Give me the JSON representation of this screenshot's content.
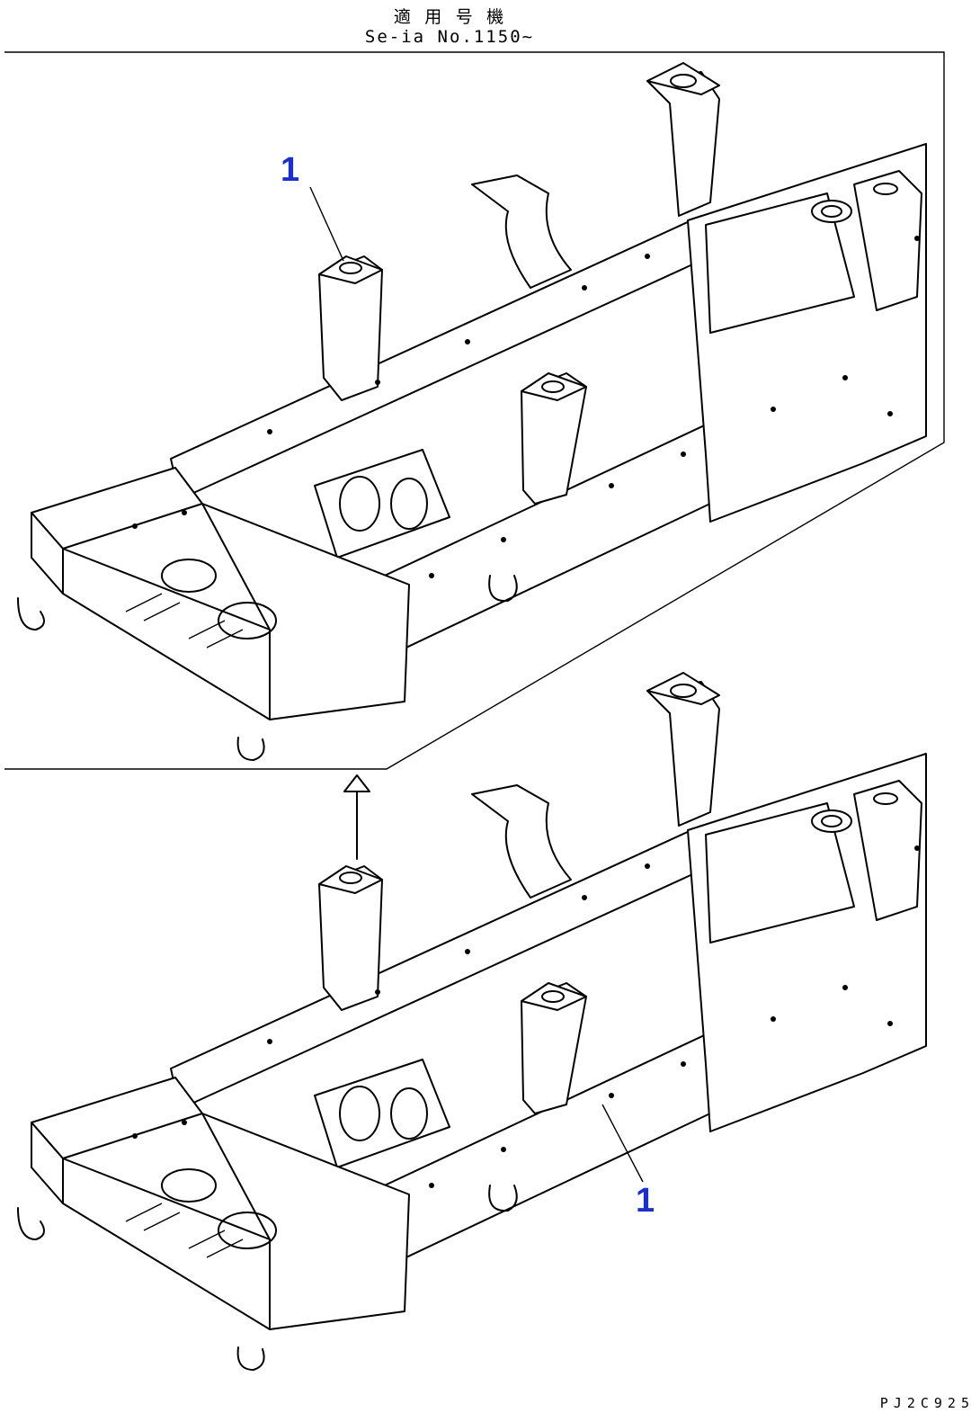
{
  "header": {
    "applicable_label": "適 用 号 機",
    "serial_label": "Se-ia  No.1150~"
  },
  "callouts": {
    "top_part_number": "1",
    "bottom_part_number": "1"
  },
  "footer": {
    "drawing_code": "PJ2C925"
  },
  "colors": {
    "line": "#000000",
    "callout": "#1a2fcc",
    "background": "#ffffff"
  }
}
